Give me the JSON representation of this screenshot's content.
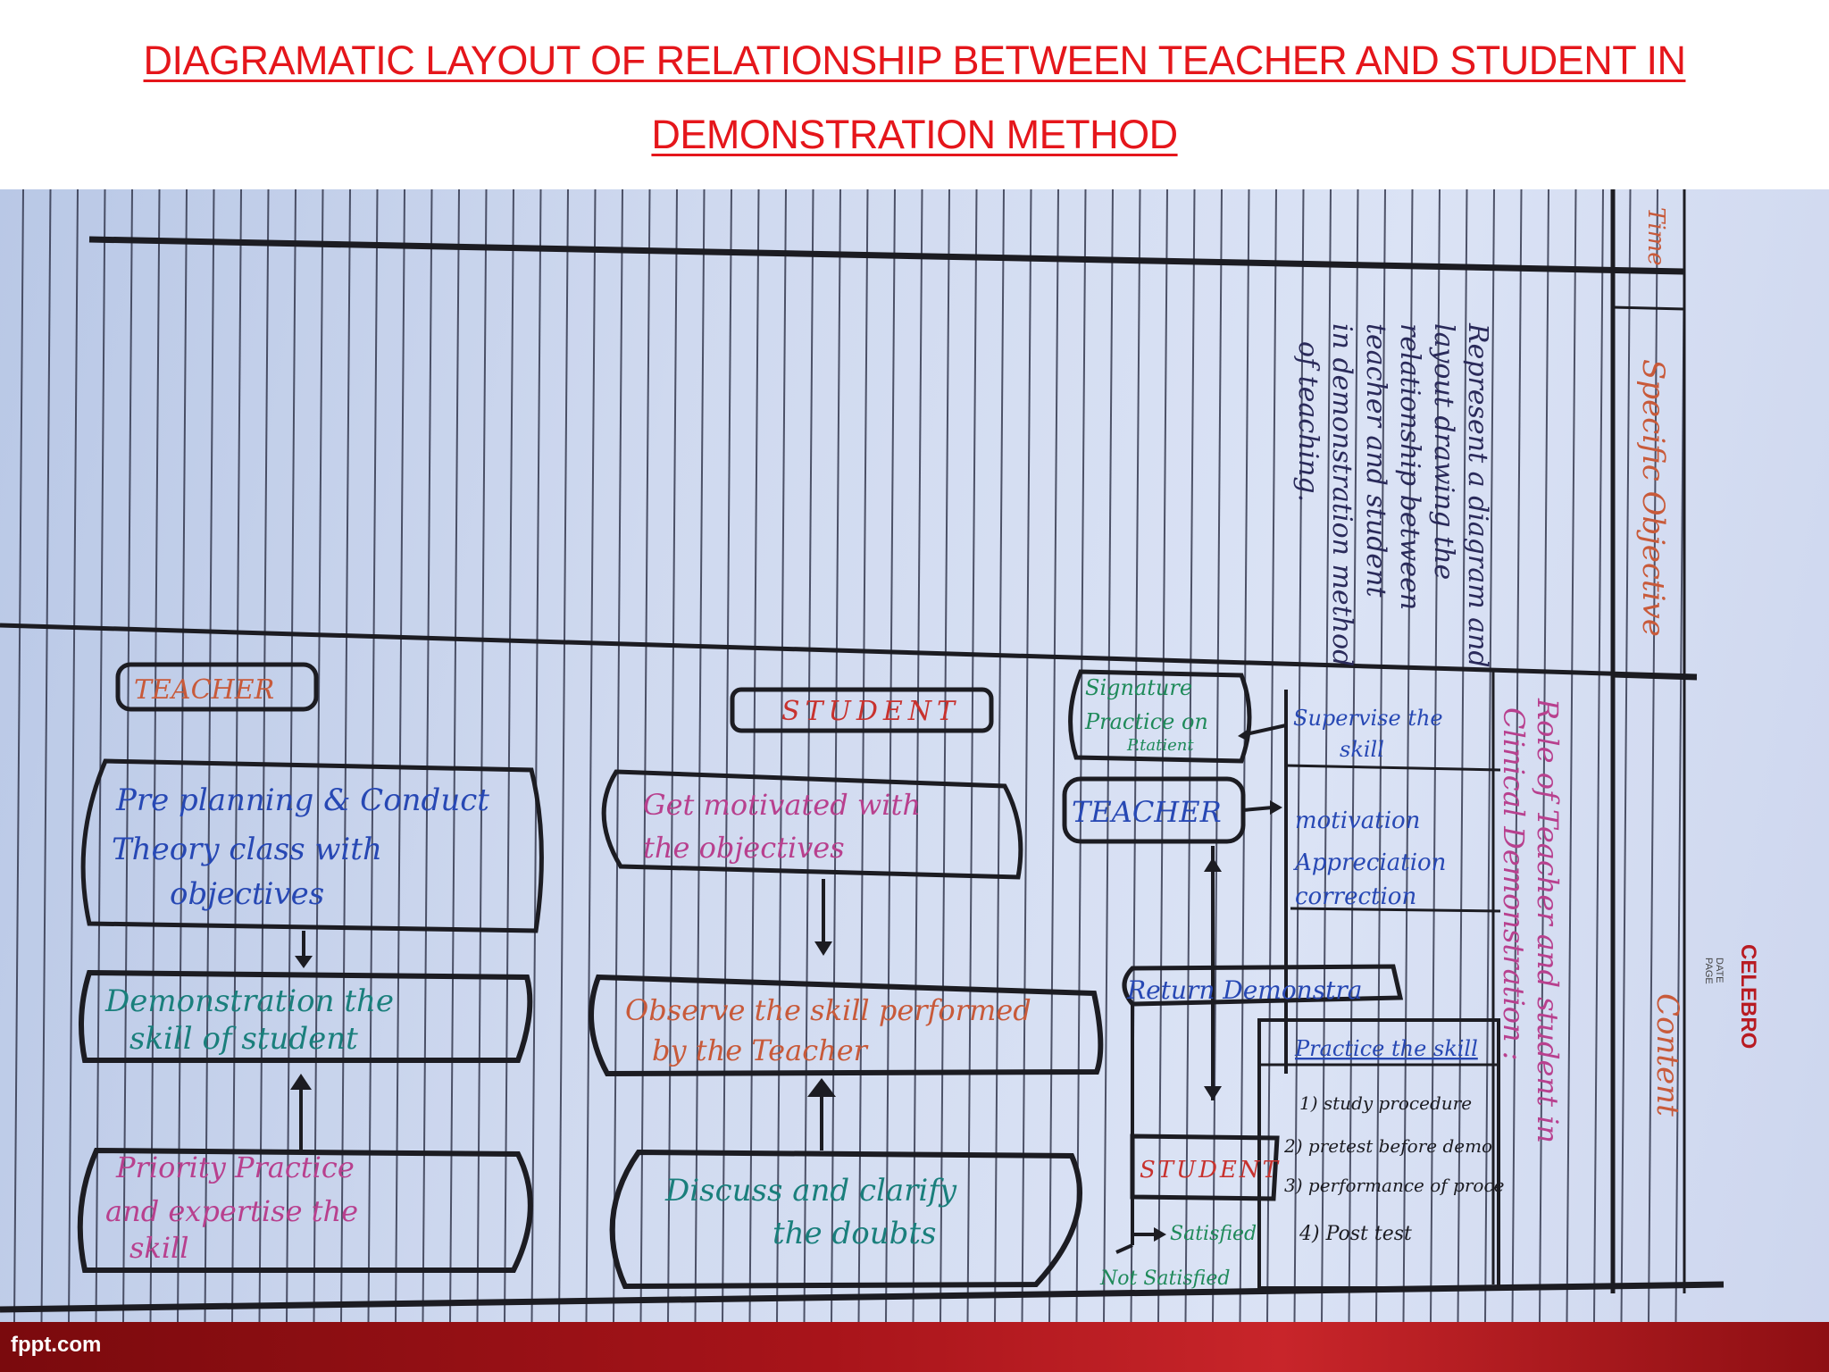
{
  "title": {
    "line1": "DIAGRAMATIC LAYOUT OF RELATIONSHIP BETWEEN TEACHER AND STUDENT IN",
    "line2": "DEMONSTRATION METHOD"
  },
  "notebook": {
    "header": {
      "time": "Time",
      "specific_objective": "Specific Objective",
      "content": "Content"
    },
    "brand": {
      "name": "CELEBRO",
      "date_label": "DATE",
      "page_label": "PAGE"
    },
    "objective_text": [
      "Represent a diagram and",
      "layout drawing the",
      "relationship between",
      "teacher and student",
      "in demonstration method",
      "of teaching."
    ],
    "content_text": [
      "Role of Teacher and student in",
      "Clinical Demonstration :"
    ],
    "col_teacher": {
      "heading": "TEACHER",
      "box1": [
        "Pre planning & Conduct",
        "Theory class with",
        "objectives"
      ],
      "box2": [
        "Demonstration the",
        "skill of student"
      ],
      "box3": [
        "Priority Practice",
        "and expertise the",
        "skill"
      ]
    },
    "col_student": {
      "heading": "STUDENT",
      "box1": [
        "Get motivated with",
        "the objectives"
      ],
      "box2": [
        "Observe the skill performed",
        "by the Teacher"
      ],
      "box3": [
        "Discuss and clarify",
        "the doubts"
      ]
    },
    "col_flow": {
      "signature": [
        "Signature",
        "Practice on",
        "P.tatient"
      ],
      "teacher": "TEACHER",
      "supervise": [
        "Supervise the",
        "skill"
      ],
      "teacher_roles": [
        "motivation",
        "Appreciation",
        "correction"
      ],
      "return_demo": "Return Demonstra",
      "practice_title": "Practice the skill",
      "practice_steps": [
        "1) study procedure",
        "2) pretest before demo",
        "3) performance of proce",
        "4) Post test"
      ],
      "student": "STUDENT",
      "satisfied": "Satisfied",
      "not_satisfied": "Not Satisfied"
    }
  },
  "footer": {
    "brand": "fppt.com"
  },
  "colors": {
    "title_red": "#e5161b",
    "ink_black": "#1c1c22",
    "ink_orange": "#c85a3a",
    "ink_blue": "#2748b4",
    "ink_teal": "#1a7f7c",
    "ink_pink": "#b8408e",
    "ink_green": "#1f8a5a",
    "ink_red": "#c8322e",
    "footer_red": "#a8141a"
  }
}
